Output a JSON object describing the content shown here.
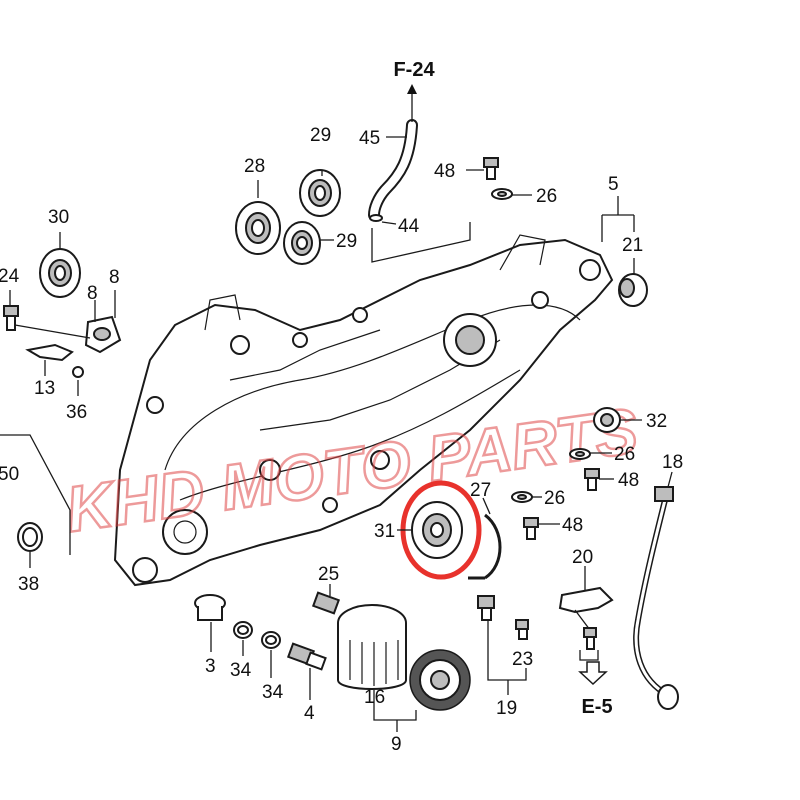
{
  "refs": {
    "top": "F-24",
    "bottom": "E-5"
  },
  "watermark": "KHD MOTO PARTS",
  "highlight_color": "#e8322c",
  "callouts": {
    "c45": "45",
    "c48a": "48",
    "c26a": "26",
    "c44": "44",
    "c29a": "29",
    "c29b": "29",
    "c28": "28",
    "c30": "30",
    "c24": "24",
    "c8a": "8",
    "c8b": "8",
    "c13": "13",
    "c36": "36",
    "c50": "50",
    "c38": "38",
    "c5": "5",
    "c21": "21",
    "c32": "32",
    "c26b": "26",
    "c48b": "48",
    "c18": "18",
    "c26c": "26",
    "c27": "27",
    "c31": "31",
    "c48c": "48",
    "c20": "20",
    "c25": "25",
    "c23": "23",
    "c19": "19",
    "c3": "3",
    "c34a": "34",
    "c34b": "34",
    "c4": "4",
    "c16": "16",
    "c9": "9"
  }
}
